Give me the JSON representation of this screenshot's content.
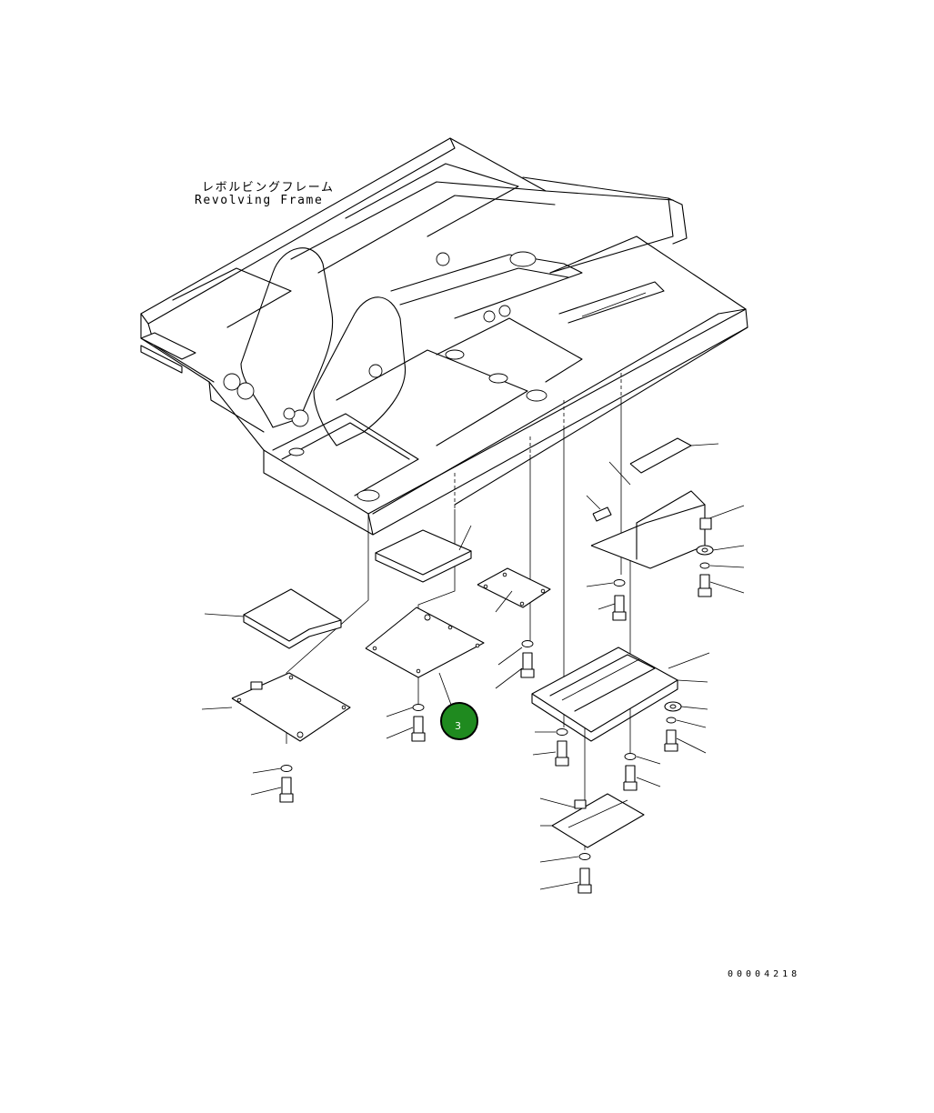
{
  "frame_label": {
    "japanese": "レボルビングフレーム",
    "english": "Revolving Frame"
  },
  "callout": {
    "number": "3",
    "color": "#1f8a1f",
    "ring_color": "#000000"
  },
  "document_number": "00004218"
}
